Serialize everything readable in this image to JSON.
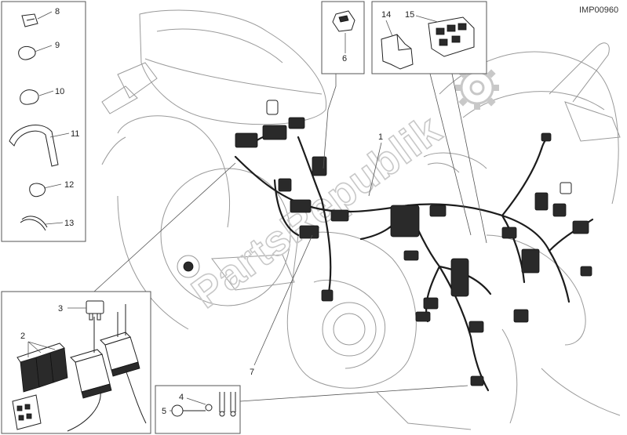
{
  "diagram": {
    "reference_code": "IMP00960",
    "watermark": "PartsRepublik",
    "callouts": [
      "1",
      "2",
      "3",
      "4",
      "5",
      "6",
      "7",
      "8",
      "9",
      "10",
      "11",
      "12",
      "13",
      "14",
      "15"
    ]
  }
}
